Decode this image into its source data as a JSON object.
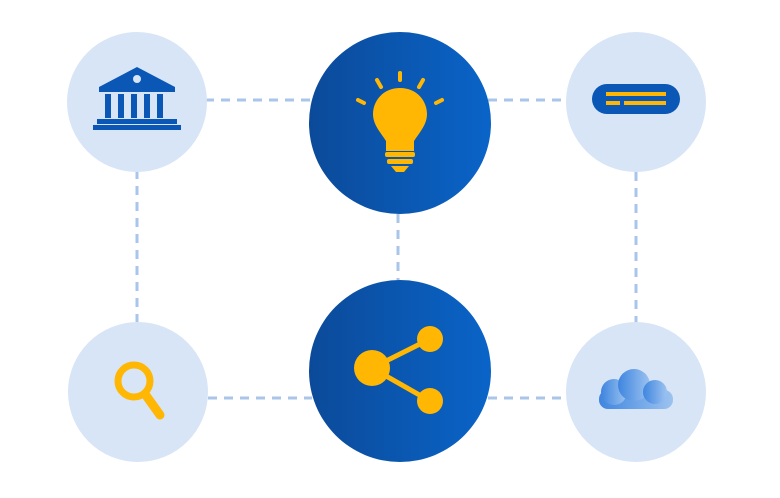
{
  "colors": {
    "background": "#ffffff",
    "connector": "#a9c6ea",
    "satellite_fill": "#d7e5f7",
    "hub_gradient_start": "#0b4a99",
    "hub_gradient_end": "#0a64c8",
    "accent_yellow": "#ffb703",
    "institution_blue": "#0b57b5",
    "cloud_start": "#3f85df",
    "cloud_end": "#9cc3f0"
  },
  "nodes": [
    {
      "id": "institution",
      "icon": "bank-building-icon",
      "role": "satellite"
    },
    {
      "id": "idea",
      "icon": "lightbulb-icon",
      "role": "hub"
    },
    {
      "id": "message",
      "icon": "text-message-icon",
      "role": "satellite"
    },
    {
      "id": "search",
      "icon": "magnifier-icon",
      "role": "satellite"
    },
    {
      "id": "share",
      "icon": "share-icon",
      "role": "hub"
    },
    {
      "id": "cloud",
      "icon": "cloud-icon",
      "role": "satellite"
    }
  ],
  "connections": [
    [
      "institution",
      "idea"
    ],
    [
      "idea",
      "message"
    ],
    [
      "institution",
      "search"
    ],
    [
      "idea",
      "share"
    ],
    [
      "message",
      "cloud"
    ],
    [
      "search",
      "share"
    ],
    [
      "share",
      "cloud"
    ]
  ]
}
